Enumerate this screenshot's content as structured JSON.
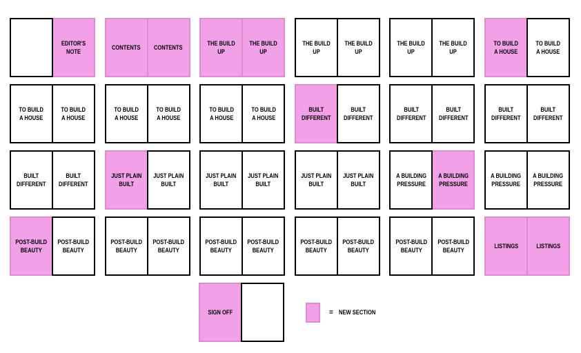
{
  "colors": {
    "pink": "#F2A1E8",
    "pink_border": "#DD8BD1",
    "page_border": "#000000",
    "background": "#FFFFFF",
    "text": "#000000"
  },
  "legend": {
    "equals": "=",
    "label": "NEW SECTION"
  },
  "rows": [
    [
      {
        "pages": [
          {
            "label": "",
            "pink": false
          },
          {
            "label": "EDITOR'S NOTE",
            "pink": true
          }
        ]
      },
      {
        "pages": [
          {
            "label": "CONTENTS",
            "pink": true
          },
          {
            "label": "CONTENTS",
            "pink": true
          }
        ]
      },
      {
        "pages": [
          {
            "label": "THE BUILD UP",
            "pink": true
          },
          {
            "label": "THE BUILD UP",
            "pink": true
          }
        ]
      },
      {
        "pages": [
          {
            "label": "THE BUILD UP",
            "pink": false
          },
          {
            "label": "THE BUILD UP",
            "pink": false
          }
        ]
      },
      {
        "pages": [
          {
            "label": "THE BUILD UP",
            "pink": false
          },
          {
            "label": "THE BUILD UP",
            "pink": false
          }
        ]
      },
      {
        "pages": [
          {
            "label": "TO BUILD\nA HOUSE",
            "pink": true
          },
          {
            "label": "TO BUILD\nA HOUSE",
            "pink": false
          }
        ]
      }
    ],
    [
      {
        "pages": [
          {
            "label": "TO BUILD\nA HOUSE",
            "pink": false
          },
          {
            "label": "TO BUILD\nA HOUSE",
            "pink": false
          }
        ]
      },
      {
        "pages": [
          {
            "label": "TO BUILD\nA HOUSE",
            "pink": false
          },
          {
            "label": "TO BUILD\nA HOUSE",
            "pink": false
          }
        ]
      },
      {
        "pages": [
          {
            "label": "TO BUILD\nA HOUSE",
            "pink": false
          },
          {
            "label": "TO BUILD\nA HOUSE",
            "pink": false
          }
        ]
      },
      {
        "pages": [
          {
            "label": "BUILT\nDIFFERENT",
            "pink": true
          },
          {
            "label": "BUILT\nDIFFERENT",
            "pink": false
          }
        ]
      },
      {
        "pages": [
          {
            "label": "BUILT\nDIFFERENT",
            "pink": false
          },
          {
            "label": "BUILT\nDIFFERENT",
            "pink": false
          }
        ]
      },
      {
        "pages": [
          {
            "label": "BUILT\nDIFFERENT",
            "pink": false
          },
          {
            "label": "BUILT\nDIFFERENT",
            "pink": false
          }
        ]
      }
    ],
    [
      {
        "pages": [
          {
            "label": "BUILT\nDIFFERENT",
            "pink": false
          },
          {
            "label": "BUILT\nDIFFERENT",
            "pink": false
          }
        ]
      },
      {
        "pages": [
          {
            "label": "JUST PLAIN\nBUILT",
            "pink": true
          },
          {
            "label": "JUST PLAIN\nBUILT",
            "pink": false
          }
        ]
      },
      {
        "pages": [
          {
            "label": "JUST PLAIN\nBUILT",
            "pink": false
          },
          {
            "label": "JUST PLAIN\nBUILT",
            "pink": false
          }
        ]
      },
      {
        "pages": [
          {
            "label": "JUST PLAIN\nBUILT",
            "pink": false
          },
          {
            "label": "JUST PLAIN\nBUILT",
            "pink": false
          }
        ]
      },
      {
        "pages": [
          {
            "label": "A BUILDING\nPRESSURE",
            "pink": false
          },
          {
            "label": "A BUILDING\nPRESSURE",
            "pink": true
          }
        ]
      },
      {
        "pages": [
          {
            "label": "A BUILDING\nPRESSURE",
            "pink": false
          },
          {
            "label": "A BUILDING\nPRESSURE",
            "pink": false
          }
        ]
      }
    ],
    [
      {
        "pages": [
          {
            "label": "POST-BUILD\nBEAUTY",
            "pink": true
          },
          {
            "label": "POST-BUILD\nBEAUTY",
            "pink": false
          }
        ]
      },
      {
        "pages": [
          {
            "label": "POST-BUILD\nBEAUTY",
            "pink": false
          },
          {
            "label": "POST-BUILD\nBEAUTY",
            "pink": false
          }
        ]
      },
      {
        "pages": [
          {
            "label": "POST-BUILD\nBEAUTY",
            "pink": false
          },
          {
            "label": "POST-BUILD\nBEAUTY",
            "pink": false
          }
        ]
      },
      {
        "pages": [
          {
            "label": "POST-BUILD\nBEAUTY",
            "pink": false
          },
          {
            "label": "POST-BUILD\nBEAUTY",
            "pink": false
          }
        ]
      },
      {
        "pages": [
          {
            "label": "POST-BUILD\nBEAUTY",
            "pink": false
          },
          {
            "label": "POST-BUILD\nBEAUTY",
            "pink": false
          }
        ]
      },
      {
        "pages": [
          {
            "label": "LISTINGS",
            "pink": true
          },
          {
            "label": "LISTINGS",
            "pink": true
          }
        ]
      }
    ]
  ],
  "signoff": {
    "pages": [
      {
        "label": "SIGN OFF",
        "pink": true
      },
      {
        "label": "",
        "pink": false
      }
    ]
  }
}
